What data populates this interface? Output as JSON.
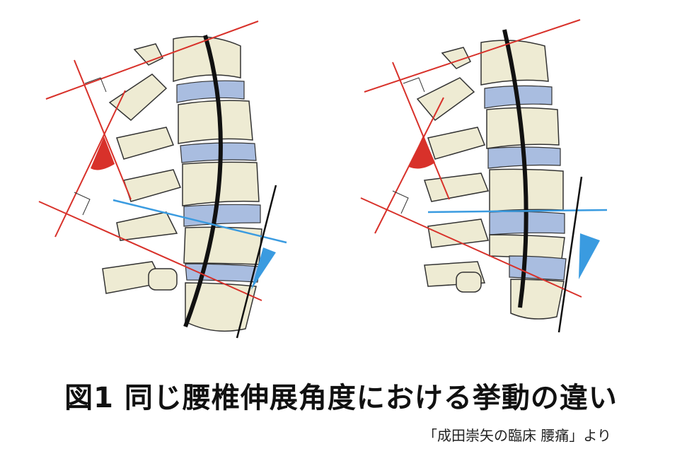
{
  "figure": {
    "caption": "図1 同じ腰椎伸展角度における挙動の違い",
    "source": "「成田崇矢の臨床 腰痛」より",
    "colors": {
      "red": "#d8312a",
      "blue": "#3a9be0",
      "bone": "#eeebd3",
      "disc": "#a9bde0"
    },
    "panels": [
      "left-spine-illustration",
      "right-spine-illustration"
    ]
  }
}
